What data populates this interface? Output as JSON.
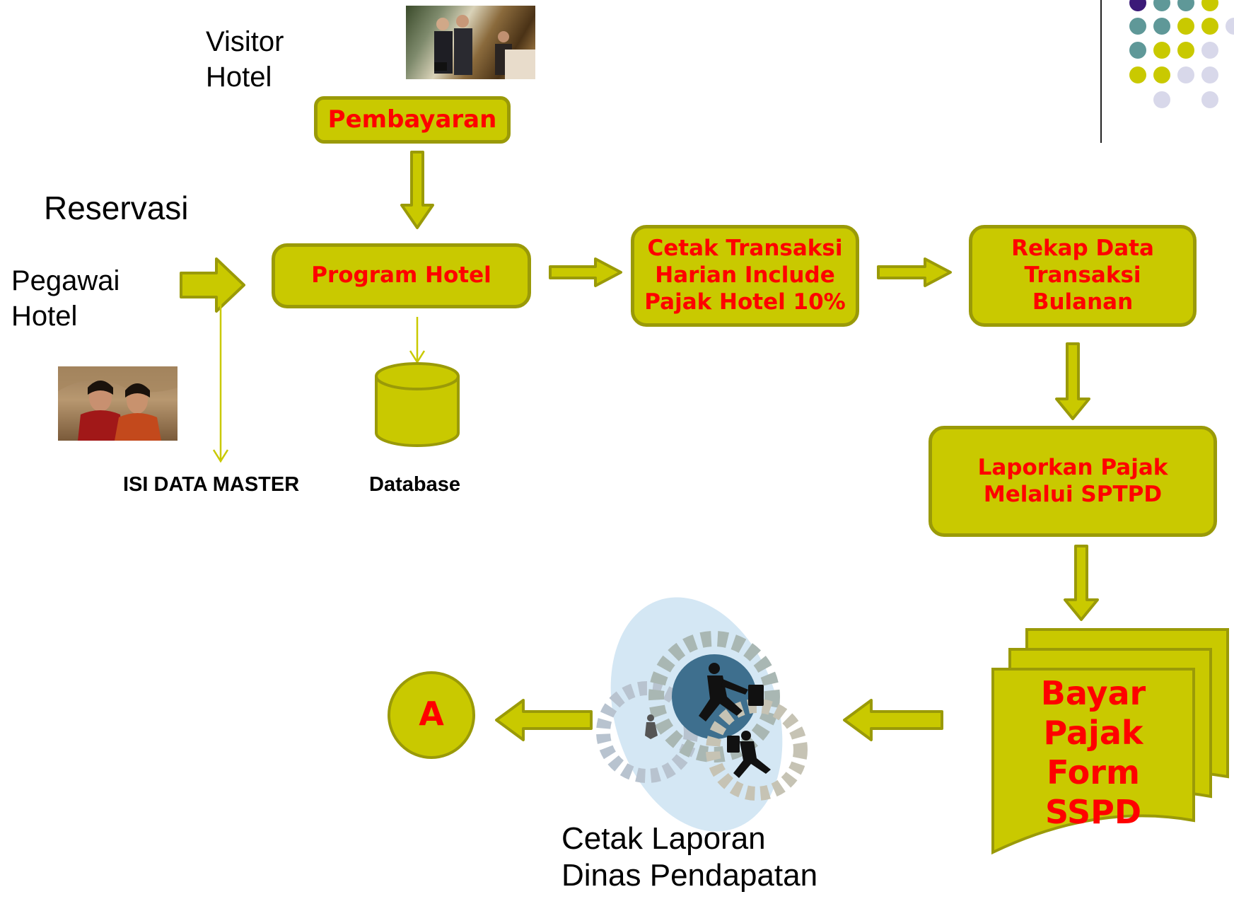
{
  "labels": {
    "visitor": "Visitor\nHotel",
    "reservasi": "Reservasi",
    "pegawai": "Pegawai\nHotel",
    "isi_data_master": "ISI DATA MASTER",
    "database": "Database",
    "cetak_laporan": "Cetak Laporan\nDinas Pendapatan"
  },
  "boxes": {
    "pembayaran": "Pembayaran",
    "program_hotel": "Program Hotel",
    "cetak_transaksi": "Cetak Transaksi\nHarian Include\nPajak Hotel 10%",
    "rekap": "Rekap Data\nTransaksi\nBulanan",
    "laporkan": "Laporkan Pajak\nMelalui SPTPD",
    "bayar": "Bayar\nPajak\nForm\nSSPD",
    "connector": "A"
  },
  "colors": {
    "fill": "#c9c900",
    "border": "#9a9a08",
    "text": "#ff0000",
    "dot_purple": "#3b1a78",
    "dot_teal": "#5f9898",
    "dot_yellow": "#c9c900",
    "dot_lavender": "#d8d8ea"
  },
  "icons": [
    "decorative-dots-icon",
    "hotel-lobby-photo",
    "hotel-staff-photo",
    "database-cylinder-icon",
    "business-gears-clipart-icon"
  ]
}
